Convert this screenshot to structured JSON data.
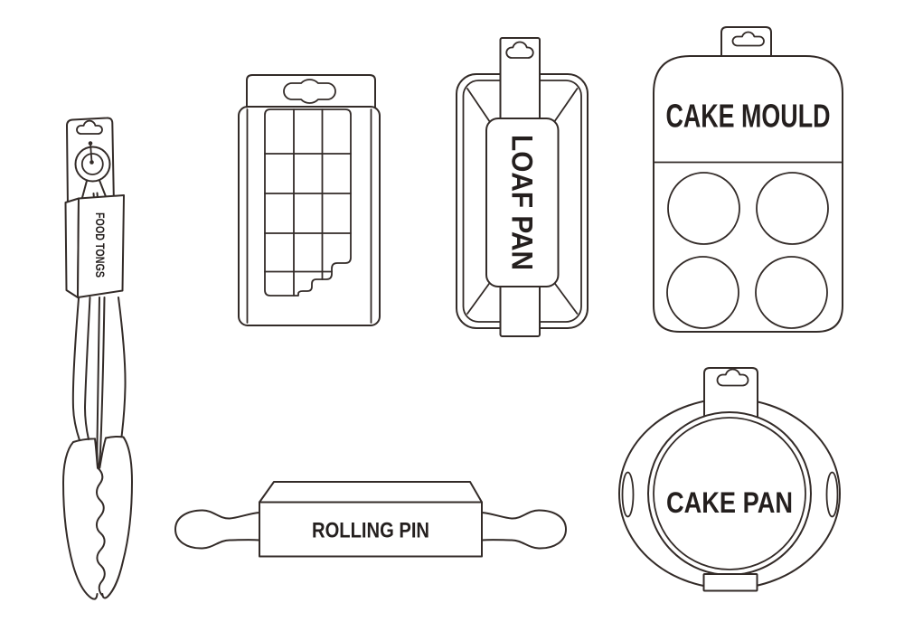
{
  "colors": {
    "bg": "#ffffff",
    "line": "#332b28",
    "ink": "#241f1e"
  },
  "items": {
    "food_tongs": {
      "label": "FOOD TONGS"
    },
    "loaf_pan": {
      "label": "LOAF PAN"
    },
    "cake_mould": {
      "label": "CAKE MOULD"
    },
    "rolling_pin": {
      "label": "ROLLING PIN"
    },
    "cake_pan": {
      "label": "CAKE PAN"
    }
  }
}
